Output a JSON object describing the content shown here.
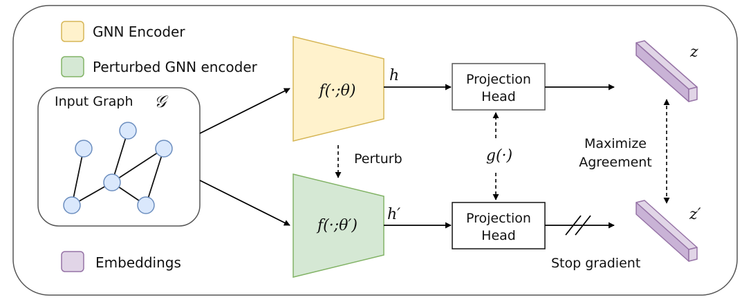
{
  "legend": {
    "encoder": "GNN Encoder",
    "perturbed_encoder": "Perturbed GNN encoder",
    "embeddings": "Embeddings"
  },
  "input_graph": {
    "label": "Input Graph",
    "symbol": "𝒢"
  },
  "encoders": {
    "top": "f(·;θ)",
    "bottom": "f(·;θ′)"
  },
  "features": {
    "top": "h",
    "bottom": "h′"
  },
  "heads": {
    "top_line1": "Projection",
    "top_line2": "Head",
    "bottom_line1": "Projection",
    "bottom_line2": "Head",
    "shared": "g(·)"
  },
  "outputs": {
    "top": "z",
    "bottom": "z′"
  },
  "labels": {
    "perturb": "Perturb",
    "maximize_line1": "Maximize",
    "maximize_line2": "Agreement",
    "stop_gradient": "Stop gradient"
  },
  "colors": {
    "encoder_fill": "#fff2cc",
    "encoder_stroke": "#d6b656",
    "perturbed_fill": "#d5e8d4",
    "perturbed_stroke": "#82b366",
    "embedding_fill": "#e1d5e7",
    "embedding_stroke": "#9673a6",
    "node_fill": "#dae8fc",
    "node_stroke": "#6c8ebf"
  }
}
